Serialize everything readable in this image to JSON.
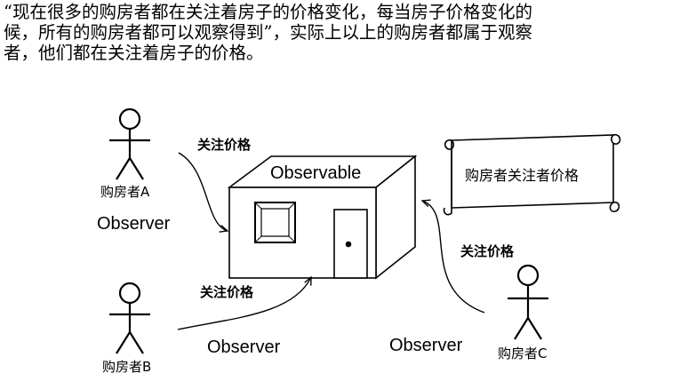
{
  "paragraph": {
    "line1": "“现在很多的购房者都在关注着房子的价格变化，每当房子价格变化的",
    "line2": "候，所有的购房者都可以观察得到”，实际上以上的购房者都属于观察",
    "line3": "者，他们都在关注着房子的价格。"
  },
  "diagram": {
    "observable_label": "Observable",
    "scroll_text": "购房者关注者价格",
    "actors": [
      {
        "name": "购房者A",
        "role": "Observer",
        "arrow_label": "关注价格"
      },
      {
        "name": "购房者B",
        "role": "Observer",
        "arrow_label": "关注价格"
      },
      {
        "name": "购房者C",
        "role": "Observer",
        "arrow_label": "关注价格"
      }
    ]
  }
}
